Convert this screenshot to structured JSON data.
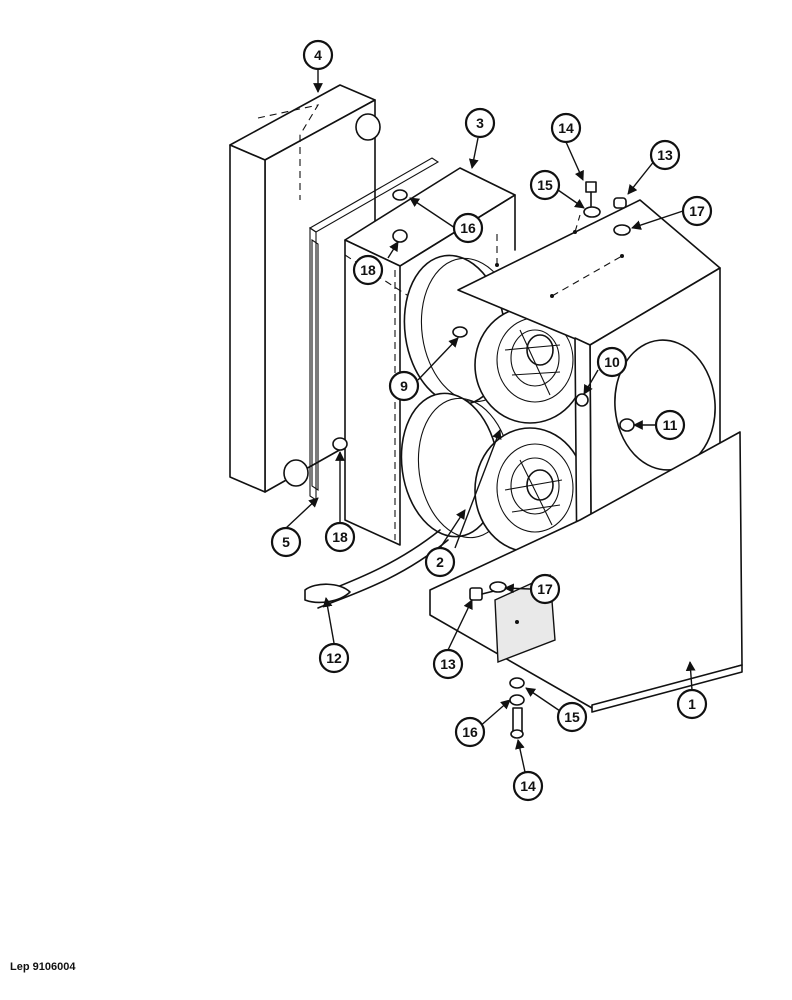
{
  "figure": {
    "reference_code": "Lep 9106004"
  },
  "callouts": [
    {
      "id": "c1",
      "label": "1"
    },
    {
      "id": "c2",
      "label": "2"
    },
    {
      "id": "c3",
      "label": "3"
    },
    {
      "id": "c4",
      "label": "4"
    },
    {
      "id": "c5",
      "label": "5"
    },
    {
      "id": "c9",
      "label": "9"
    },
    {
      "id": "c10",
      "label": "10"
    },
    {
      "id": "c11",
      "label": "11"
    },
    {
      "id": "c12",
      "label": "12"
    },
    {
      "id": "c13a",
      "label": "13"
    },
    {
      "id": "c13b",
      "label": "13"
    },
    {
      "id": "c14a",
      "label": "14"
    },
    {
      "id": "c14b",
      "label": "14"
    },
    {
      "id": "c15a",
      "label": "15"
    },
    {
      "id": "c15b",
      "label": "15"
    },
    {
      "id": "c16a",
      "label": "16"
    },
    {
      "id": "c16b",
      "label": "16"
    },
    {
      "id": "c17a",
      "label": "17"
    },
    {
      "id": "c17b",
      "label": "17"
    },
    {
      "id": "c18a",
      "label": "18"
    },
    {
      "id": "c18b",
      "label": "18"
    }
  ]
}
